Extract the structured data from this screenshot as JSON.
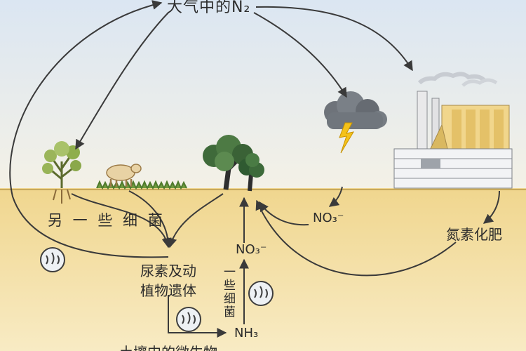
{
  "labels": {
    "atmosphere": "大气中的N₂",
    "other_bacteria": "另 一 些 细 菌",
    "no3_center": "NO₃⁻",
    "no3_lightning": "NO₃⁻",
    "fertilizer": "氮素化肥",
    "remains_line1": "尿素及动",
    "remains_line2": "植物遗体",
    "some_bacteria": "一些细菌",
    "nh3": "NH₃",
    "bottom": "土壤中的微生物"
  },
  "colors": {
    "sky_top": "#dfe8f3",
    "soil": "#f3dc9a",
    "arrow": "#3a3a3a"
  },
  "icons": [
    "plant-icon",
    "cow-icon",
    "tree-icon",
    "lightning-cloud-icon",
    "factory-icon",
    "microbe-icon"
  ]
}
